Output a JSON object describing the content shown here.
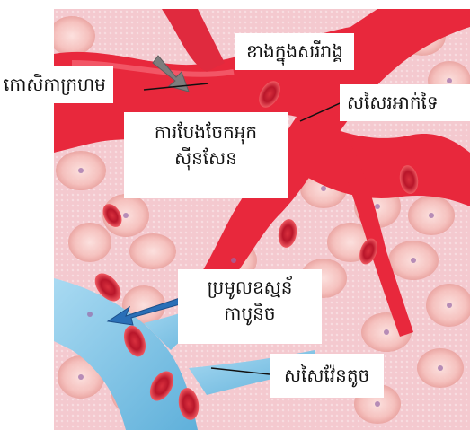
{
  "labels": {
    "red_blood_cell": "កោសិកាក្រហម",
    "inner_wall": "ខាងក្នុងសរីរាង្គ",
    "arterial_vessel": "សសៃរអាក់ទៃ",
    "exchange_line1": "ការបែងចែកអុក",
    "exchange_line2": "ស៊ីនសែន",
    "capillary_line1": "ប្រមូលឧស្មន័",
    "capillary_line2": "កាបូនិច",
    "venule": "សសៃវ៉ែនតូច"
  },
  "colors": {
    "artery": "#e8283c",
    "vein": "#86c6e6",
    "tissue": "#f4c9cf"
  }
}
